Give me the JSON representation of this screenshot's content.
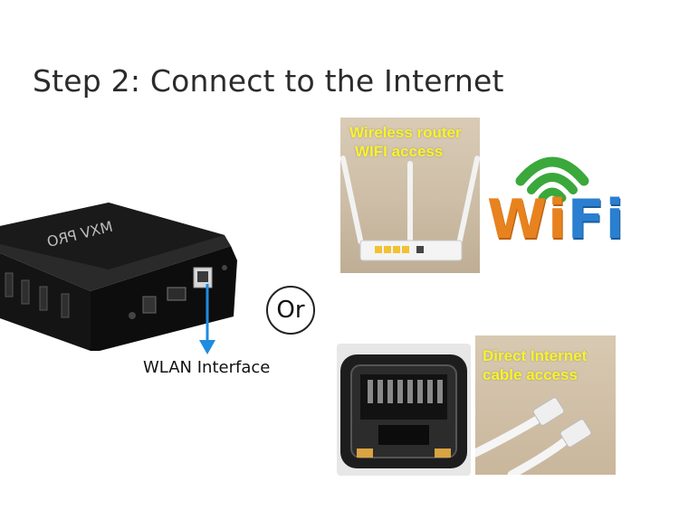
{
  "heading": "Step 2: Connect to the Internet",
  "device": {
    "brand": "MXV PRO",
    "wlan_label": "WLAN Interface"
  },
  "separator": "Or",
  "wireless_option": {
    "caption_line1": "Wireless router",
    "caption_line2": "WIFI access",
    "logo_text_a": "Wi",
    "logo_text_b": "Fi"
  },
  "wired_option": {
    "caption_line1": "Direct Internet",
    "caption_line2": "cable access"
  },
  "colors": {
    "caption_yellow": "#f8f32b",
    "wifi_orange": "#e8821e",
    "wifi_green": "#3aa83a",
    "wifi_blue": "#2a7fd0",
    "arrow_blue": "#1e8ce0"
  }
}
